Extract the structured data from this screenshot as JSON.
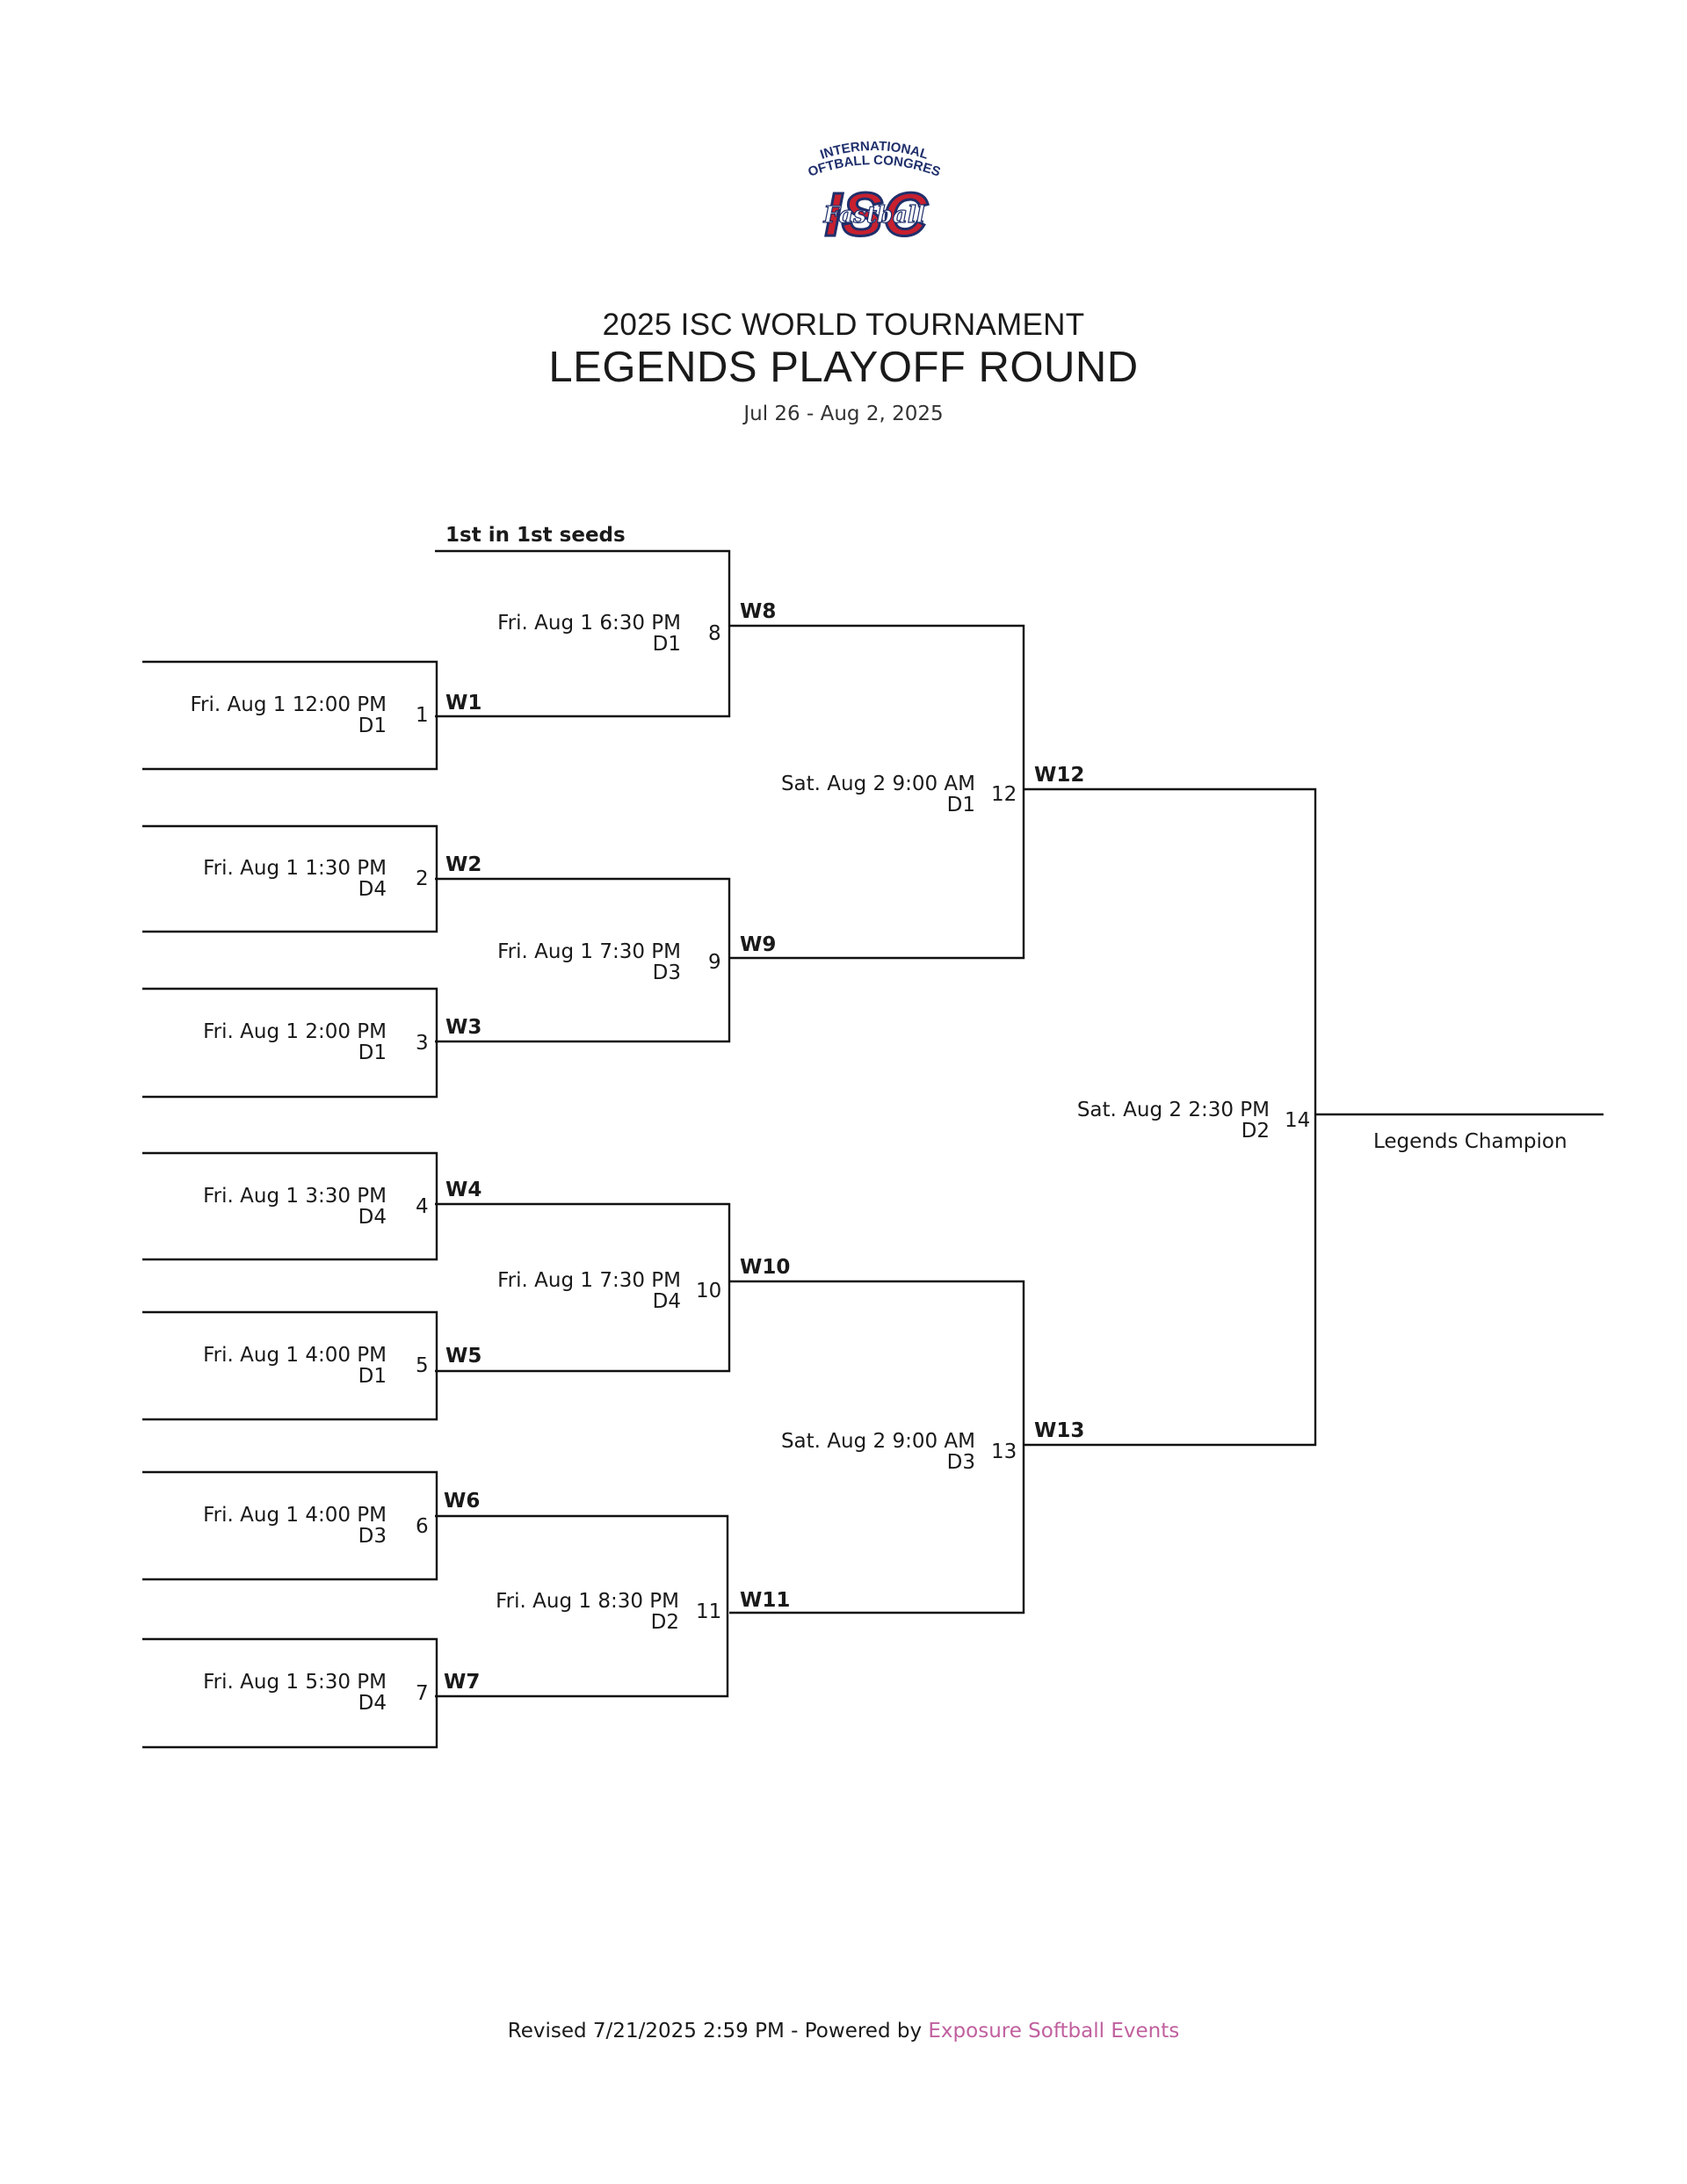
{
  "header": {
    "logo_text_top": "INTERNATIONAL",
    "logo_text_mid": "SOFTBALL CONGRESS",
    "logo_text_big": "ISC",
    "logo_text_script": "Fastball",
    "title_line1": "2025 ISC WORLD TOURNAMENT",
    "title_line2": "LEGENDS PLAYOFF ROUND",
    "date_range": "Jul 26 - Aug 2, 2025"
  },
  "bracket": {
    "seed_label": "1st in 1st seeds",
    "champion_label": "Legends Champion",
    "games": [
      {
        "num": "1",
        "datetime": "Fri. Aug 1 12:00 PM",
        "field": "D1",
        "winner": "W1"
      },
      {
        "num": "2",
        "datetime": "Fri. Aug 1 1:30 PM",
        "field": "D4",
        "winner": "W2"
      },
      {
        "num": "3",
        "datetime": "Fri. Aug 1 2:00 PM",
        "field": "D1",
        "winner": "W3"
      },
      {
        "num": "4",
        "datetime": "Fri. Aug 1 3:30 PM",
        "field": "D4",
        "winner": "W4"
      },
      {
        "num": "5",
        "datetime": "Fri. Aug 1 4:00 PM",
        "field": "D1",
        "winner": "W5"
      },
      {
        "num": "6",
        "datetime": "Fri. Aug 1 4:00 PM",
        "field": "D3",
        "winner": "W6"
      },
      {
        "num": "7",
        "datetime": "Fri. Aug 1 5:30 PM",
        "field": "D4",
        "winner": "W7"
      },
      {
        "num": "8",
        "datetime": "Fri. Aug 1 6:30 PM",
        "field": "D1",
        "winner": "W8"
      },
      {
        "num": "9",
        "datetime": "Fri. Aug 1 7:30 PM",
        "field": "D3",
        "winner": "W9"
      },
      {
        "num": "10",
        "datetime": "Fri. Aug 1 7:30 PM",
        "field": "D4",
        "winner": "W10"
      },
      {
        "num": "11",
        "datetime": "Fri. Aug 1 8:30 PM",
        "field": "D2",
        "winner": "W11"
      },
      {
        "num": "12",
        "datetime": "Sat. Aug 2 9:00 AM",
        "field": "D1",
        "winner": "W12"
      },
      {
        "num": "13",
        "datetime": "Sat. Aug 2 9:00 AM",
        "field": "D3",
        "winner": "W13"
      },
      {
        "num": "14",
        "datetime": "Sat. Aug 2 2:30 PM",
        "field": "D2"
      }
    ]
  },
  "footer": {
    "revised": "Revised 7/21/2025 2:59 PM - Powered by ",
    "brand": "Exposure Softball Events"
  },
  "colors": {
    "logo_red": "#c8202f",
    "logo_navy": "#1f2f6b",
    "brand_link": "#c0609e",
    "line": "#111111"
  }
}
